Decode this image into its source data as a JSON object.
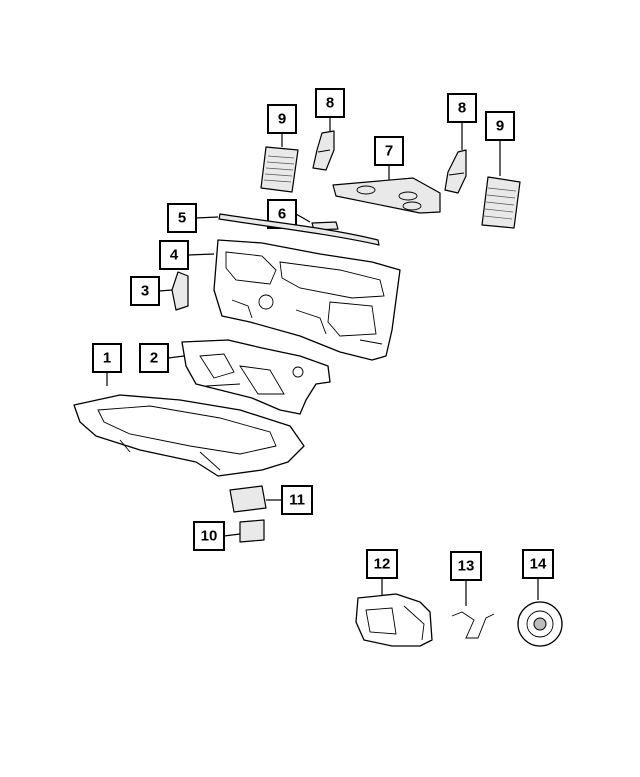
{
  "diagram": {
    "callouts": [
      {
        "id": "1",
        "label": "1"
      },
      {
        "id": "2",
        "label": "2"
      },
      {
        "id": "3",
        "label": "3"
      },
      {
        "id": "4",
        "label": "4"
      },
      {
        "id": "5",
        "label": "5"
      },
      {
        "id": "6",
        "label": "6"
      },
      {
        "id": "7",
        "label": "7"
      },
      {
        "id": "8a",
        "label": "8"
      },
      {
        "id": "8b",
        "label": "8"
      },
      {
        "id": "9a",
        "label": "9"
      },
      {
        "id": "9b",
        "label": "9"
      },
      {
        "id": "10",
        "label": "10"
      },
      {
        "id": "11",
        "label": "11"
      },
      {
        "id": "12",
        "label": "12"
      },
      {
        "id": "13",
        "label": "13"
      },
      {
        "id": "14",
        "label": "14"
      }
    ]
  }
}
